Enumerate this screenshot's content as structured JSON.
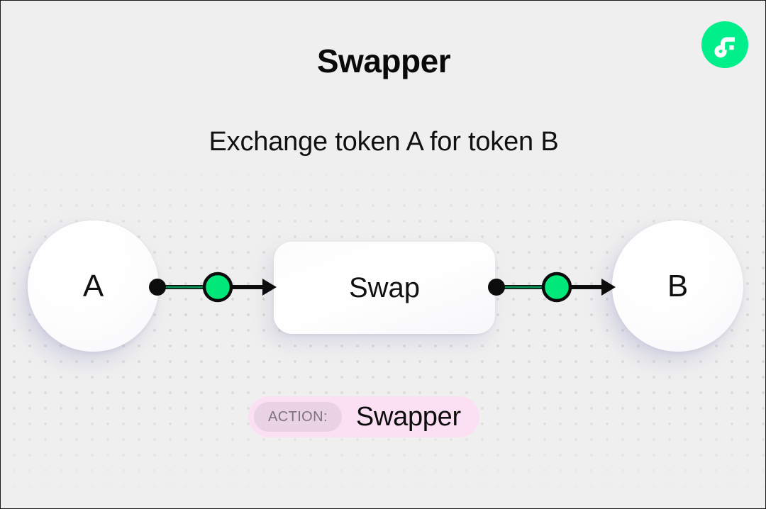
{
  "header": {
    "title": "Swapper",
    "subtitle": "Exchange token A for token B"
  },
  "brand": {
    "icon": "flow-logo-icon",
    "color": "#00ef8b"
  },
  "diagram": {
    "source_node": {
      "label": "A"
    },
    "process_node": {
      "label": "Swap"
    },
    "target_node": {
      "label": "B"
    },
    "edges": [
      {
        "from": "A",
        "to": "Swap",
        "marker": "green-dot",
        "color": "#00e87a"
      },
      {
        "from": "Swap",
        "to": "B",
        "marker": "green-dot",
        "color": "#00e87a"
      }
    ]
  },
  "footer": {
    "action_tag": "ACTION:",
    "action_value": "Swapper",
    "pill_color": "#fbdff3",
    "tag_color": "#e9d2e4"
  }
}
